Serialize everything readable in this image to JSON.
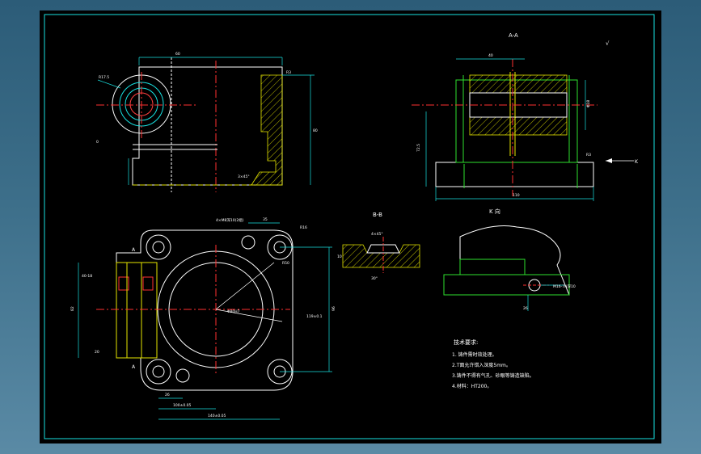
{
  "views": {
    "section_aa": "A-A",
    "section_bb": "B-B",
    "view_k": "K 向",
    "arrow_k": "K"
  },
  "notes": {
    "title": "技术要求:",
    "items": [
      "1. 铸件需时效处理。",
      "2.T面允许错入深度5mm。",
      "3.铸件不得有气孔、砂眼等铸造缺陷。",
      "4.材料：HT200。"
    ]
  },
  "front_view": {
    "dim_top": "60",
    "dim_right": "80",
    "dim_hole": "R17.5",
    "dim_left_small": "0",
    "dim_bottom": "3×45°",
    "dim_rough": "R3"
  },
  "plan_view": {
    "note_hole": "4×M8深10(2组)",
    "dim_35": "35",
    "dim_r16": "R16",
    "dim_r50": "R50",
    "dim_dia": "Φ80H7",
    "dim_96": "96",
    "dim_119": "119±0.1",
    "dim_40": "40-18",
    "dim_82": "82",
    "dim_20": "20",
    "dim_26": "26",
    "dim_100": "100±0.05",
    "dim_140": "140±0.05",
    "label_a": "A"
  },
  "section_aa_dims": {
    "top": "40",
    "height": "72.5",
    "width": "110",
    "r3": "R3",
    "dia": "Φ18"
  },
  "view_k_dims": {
    "note": "M16-7H深10",
    "dim": "26"
  },
  "section_bb_dims": {
    "top": "4×45°",
    "side": "10",
    "bot": "30°"
  }
}
